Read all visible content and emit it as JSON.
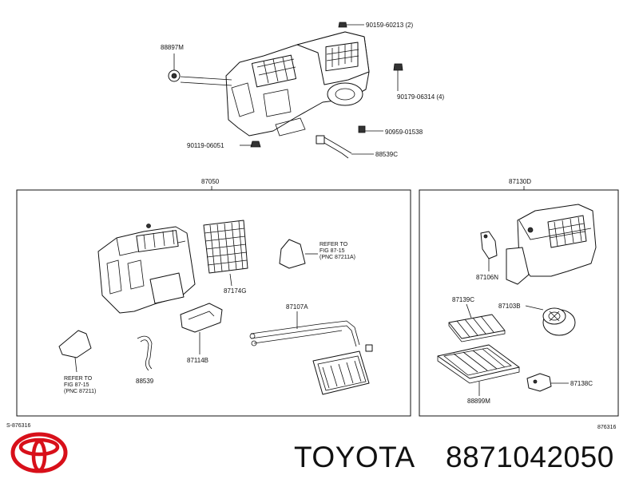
{
  "labels": {
    "top_88897m": "88897M",
    "top_90159": "90159-60213 (2)",
    "top_90179": "90179-06314 (4)",
    "top_90959": "90959-01538",
    "top_90119": "90119-06051",
    "top_88539c": "88539C",
    "box_left_title": "87050",
    "box_right_title": "87130D",
    "p_87174g": "87174G",
    "p_87107a": "87107A",
    "p_87114b": "87114B",
    "p_88539": "88539",
    "p_87106n": "87106N",
    "p_87139c": "87139C",
    "p_87103b": "87103B",
    "p_88899m": "88899M",
    "p_87138c": "87138C",
    "ref1_l1": "REFER  TO",
    "ref1_l2": "FIG  87-15",
    "ref1_l3": "(PNC  87211A)",
    "ref2_l1": "REFER  TO",
    "ref2_l2": "FIG  87-15",
    "ref2_l3": "(PNC  87211)",
    "code_left": "S-876316",
    "code_right": "876316"
  },
  "brand": {
    "name": "TOYOTA",
    "part_number": "8871042050",
    "logo_color": "#d8101a"
  }
}
